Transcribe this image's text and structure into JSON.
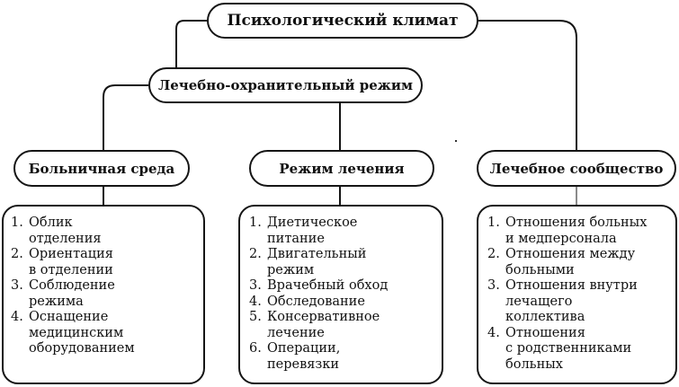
{
  "diagram": {
    "root": {
      "label": "Психологический климат"
    },
    "regime": {
      "label": "Лечебно-охранительный режим"
    },
    "branches": [
      {
        "label": "Больничная среда",
        "items": [
          {
            "num": "1.",
            "text": "Облик\nотделения"
          },
          {
            "num": "2.",
            "text": "Ориентация\nв отделении"
          },
          {
            "num": "3.",
            "text": "Соблюдение\nрежима"
          },
          {
            "num": "4.",
            "text": "Оснащение\nмедицинским\nоборудованием"
          }
        ]
      },
      {
        "label": "Режим лечения",
        "items": [
          {
            "num": "1.",
            "text": "Диетическое\nпитание"
          },
          {
            "num": "2.",
            "text": "Двигательный\nрежим"
          },
          {
            "num": "3.",
            "text": "Врачебный обход"
          },
          {
            "num": "4.",
            "text": "Обследование"
          },
          {
            "num": "5.",
            "text": "Консервативное\nлечение"
          },
          {
            "num": "6.",
            "text": "Операции,\nперевязки"
          }
        ]
      },
      {
        "label": "Лечебное сообщество",
        "items": [
          {
            "num": "1.",
            "text": "Отношения больных\nи медперсонала"
          },
          {
            "num": "2.",
            "text": "Отношения между\nбольными"
          },
          {
            "num": "3.",
            "text": "Отношения внутри\nлечащего\nколлектива"
          },
          {
            "num": "4.",
            "text": "Отношения\nс родственниками\nбольных"
          }
        ]
      }
    ]
  }
}
